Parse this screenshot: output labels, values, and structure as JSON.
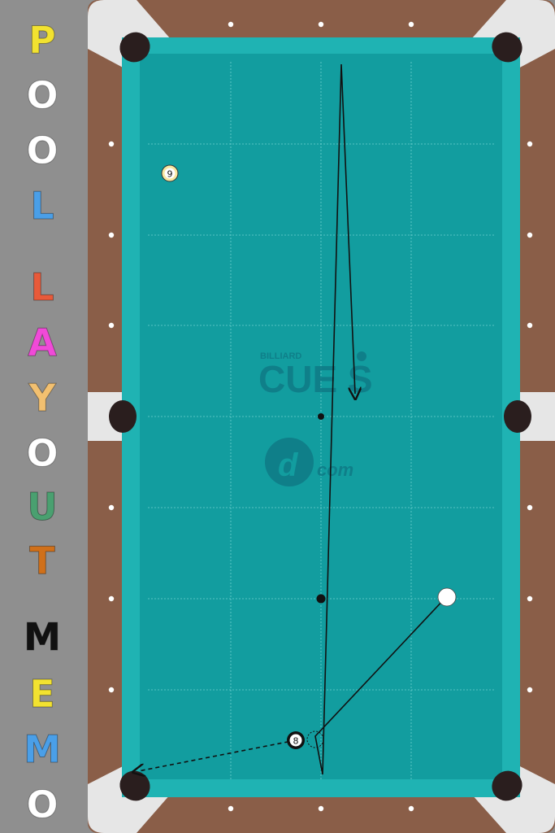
{
  "app_title": "POOL LAYOUT MEMO",
  "title_letters": [
    {
      "char": "P",
      "color": "#f2e230"
    },
    {
      "char": "O",
      "color": "#ffffff"
    },
    {
      "char": "O",
      "color": "#ffffff"
    },
    {
      "char": "L",
      "color": "#4a9fe8"
    },
    {
      "char": "L",
      "color": "#e85a3a"
    },
    {
      "char": "A",
      "color": "#f04ad8"
    },
    {
      "char": "Y",
      "color": "#f2c070"
    },
    {
      "char": "O",
      "color": "#ffffff"
    },
    {
      "char": "U",
      "color": "#4aa070"
    },
    {
      "char": "T",
      "color": "#d0701a"
    },
    {
      "char": "M",
      "color": "#111111"
    },
    {
      "char": "E",
      "color": "#f2e230"
    },
    {
      "char": "M",
      "color": "#4a9fe8"
    },
    {
      "char": "O",
      "color": "#ffffff"
    }
  ],
  "watermark": {
    "small": "BILLIARD",
    "big": "CUE S",
    "dot": "com"
  },
  "balls": {
    "nine": {
      "label": "9",
      "color": "#f7e7a0"
    },
    "eight": {
      "label": "8",
      "color": "#ffffff"
    },
    "cue": {
      "label": "",
      "color": "#ffffff"
    }
  },
  "colors": {
    "felt": "#129d9f",
    "cushion": "#1fb3b3",
    "rail_wood": "#8a5e48",
    "corner_white": "#e6e6e6",
    "pocket": "#2a1e1e"
  }
}
